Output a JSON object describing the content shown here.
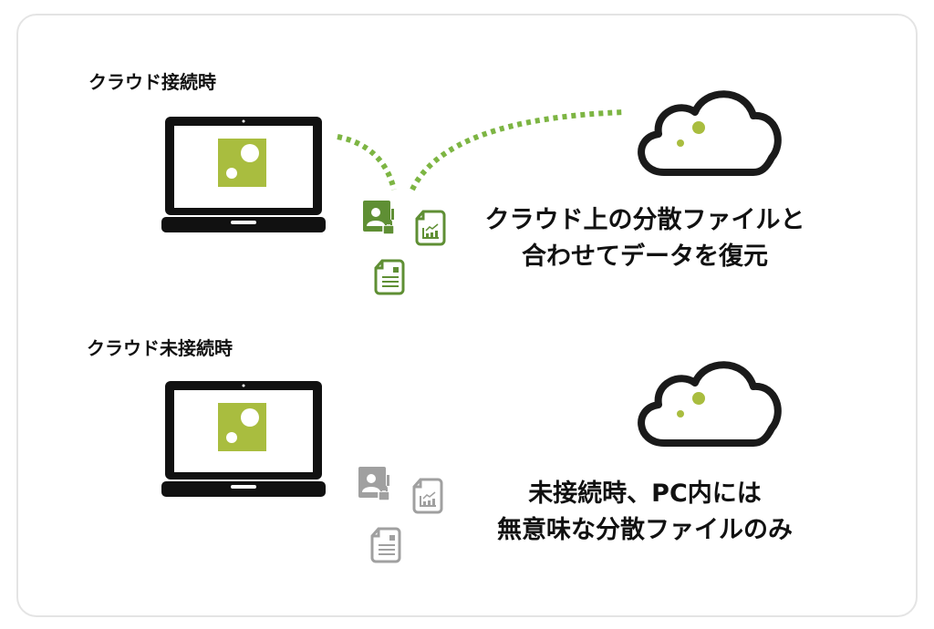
{
  "colors": {
    "accent_green": "#5f8f34",
    "dots_green": "#7db543",
    "square_green": "#a9bd3f",
    "inactive_gray": "#a0a0a0"
  },
  "sections": [
    {
      "label": "クラウド接続時",
      "caption_line1": "クラウド上の分散ファイルと",
      "caption_line2": "合わせてデータを復元",
      "state": "connected",
      "icons": [
        "laptop-icon",
        "cloud-icon",
        "contact-lock-icon",
        "chart-document-icon",
        "text-document-icon"
      ]
    },
    {
      "label": "クラウド未接続時",
      "caption_line1": "未接続時、PC内には",
      "caption_line2": "無意味な分散ファイルのみ",
      "state": "disconnected",
      "icons": [
        "laptop-icon",
        "cloud-icon",
        "contact-lock-icon",
        "chart-document-icon",
        "text-document-icon"
      ]
    }
  ]
}
